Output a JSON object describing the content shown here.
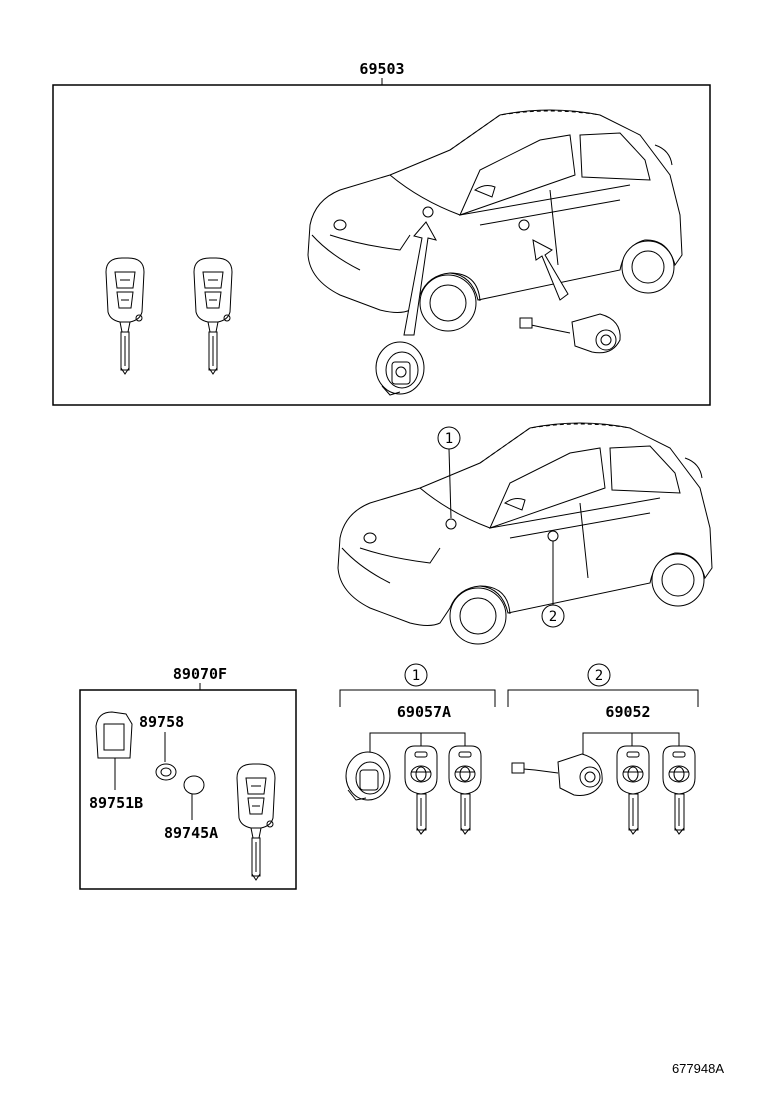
{
  "parts": {
    "assembly_main": "69503",
    "key_set_lower": "89070F",
    "lock_cylinder_set_1": "69057A",
    "lock_cylinder_set_2": "69052",
    "transmitter_housing": "89758",
    "battery": "89745A",
    "case_cover": "89751B"
  },
  "callouts": {
    "one": "1",
    "two": "2"
  },
  "reference_code": "677948A"
}
